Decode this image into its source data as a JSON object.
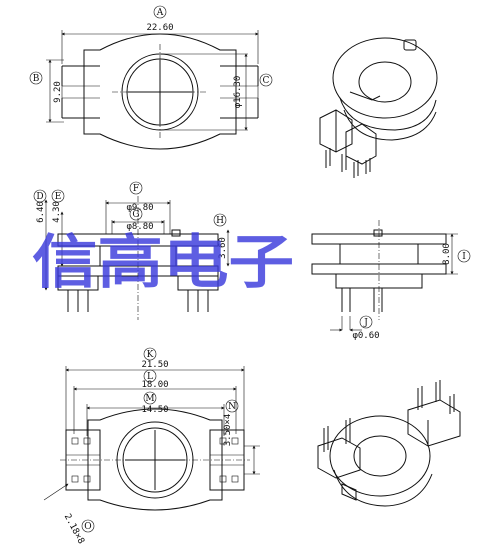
{
  "watermark": "信高电子",
  "top_view": {
    "dims": {
      "A": "22.60",
      "B": "9.20",
      "C": "φ16.30"
    },
    "letters": {
      "A": "A",
      "B": "B",
      "C": "C"
    }
  },
  "side_view": {
    "dims": {
      "D": "6.40",
      "E": "4.30",
      "F": "φ9.80",
      "G": "φ8.80",
      "H": "3.60"
    },
    "letters": {
      "D": "D",
      "E": "E",
      "F": "F",
      "G": "G",
      "H": "H"
    }
  },
  "front_view": {
    "dims": {
      "I": "8.00",
      "J": "φ0.60"
    },
    "letters": {
      "I": "I",
      "J": "J"
    }
  },
  "bottom_view": {
    "dims": {
      "K": "21.50",
      "L": "18.00",
      "M": "14.50",
      "N": "3.50×4",
      "O": "2.18×8"
    },
    "letters": {
      "K": "K",
      "L": "L",
      "M": "M",
      "N": "N",
      "O": "O"
    }
  }
}
